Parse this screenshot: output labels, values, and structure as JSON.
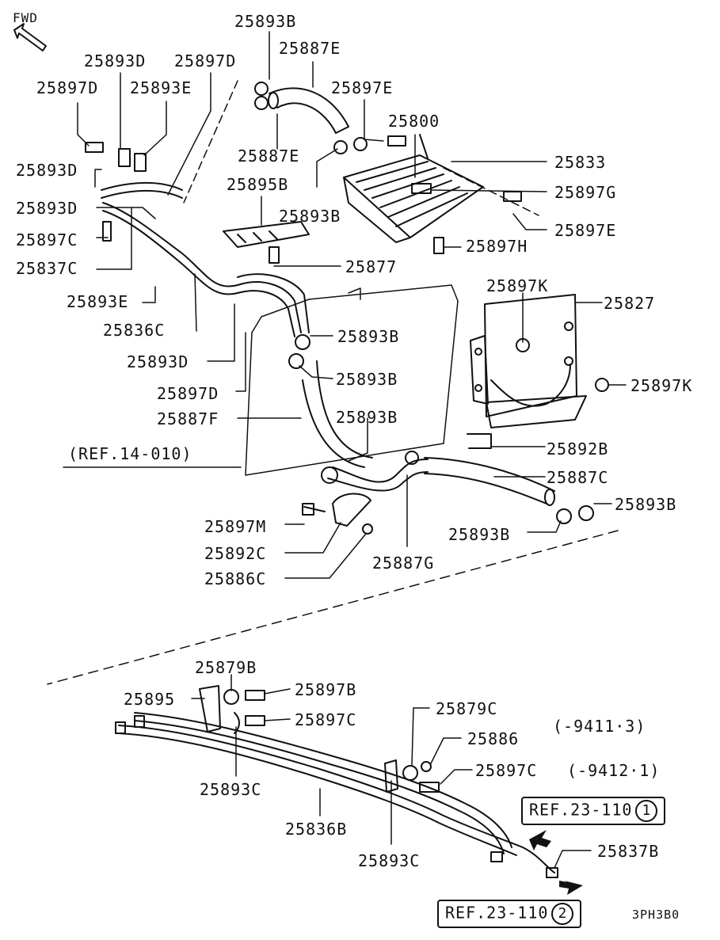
{
  "fwd_label": "FWD",
  "labels": {
    "p25893B_top": "25893B",
    "p25893D_a": "25893D",
    "p25897D_a": "25897D",
    "p25887E_a": "25887E",
    "p25897D_b": "25897D",
    "p25893E_a": "25893E",
    "p25897E_a": "25897E",
    "p25800": "25800",
    "p25887E_b": "25887E",
    "p25833": "25833",
    "p25893D_b": "25893D",
    "p25895B": "25895B",
    "p25897G": "25897G",
    "p25893D_c": "25893D",
    "p25893B_b": "25893B",
    "p25897E_b": "25897E",
    "p25897C_a": "25897C",
    "p25897H": "25897H",
    "p25837C": "25837C",
    "p25877": "25877",
    "p25897K_a": "25897K",
    "p25893E_b": "25893E",
    "p25827": "25827",
    "p25836C": "25836C",
    "p25893B_c": "25893B",
    "p25893D_d": "25893D",
    "p25893B_d": "25893B",
    "p25897K_b": "25897K",
    "p25897D_c": "25897D",
    "p25887F": "25887F",
    "p25893B_e": "25893B",
    "p25892B": "25892B",
    "ref14": "(REF.14-010)",
    "p25887C": "25887C",
    "p25893B_f": "25893B",
    "p25897M": "25897M",
    "p25893B_g": "25893B",
    "p25892C": "25892C",
    "p25887G": "25887G",
    "p25886C": "25886C",
    "p25879B": "25879B",
    "p25895": "25895",
    "p25897B": "25897B",
    "p25897C_b": "25897C",
    "p25879C": "25879C",
    "date1": "(-9411·3)",
    "p25886": "25886",
    "p25893C_a": "25893C",
    "p25897C_c": "25897C",
    "date2": "(-9412·1)",
    "p25836B": "25836B",
    "p25837B": "25837B",
    "p25893C_b": "25893C",
    "code": "3PH3B0"
  },
  "refs": {
    "ref23_1_text": "REF.23-110",
    "ref23_1_num": "1",
    "ref23_2_text": "REF.23-110",
    "ref23_2_num": "2"
  }
}
